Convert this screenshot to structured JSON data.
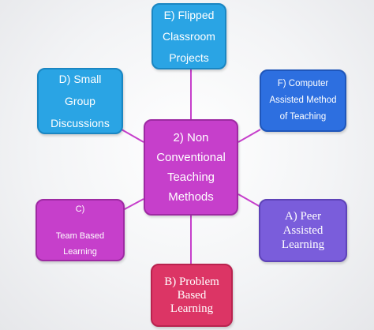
{
  "diagram": {
    "center": {
      "lines": "2) Non\nConventional\nTeaching\nMethods"
    },
    "nodes": {
      "e": {
        "lines": "E) Flipped\nClassroom\nProjects"
      },
      "d": {
        "lines": "D) Small\nGroup\nDiscussions"
      },
      "f": {
        "lines": "F) Computer\nAssisted Method\nof Teaching"
      },
      "c": {
        "letter": "C)",
        "lines": "Team Based\nLearning"
      },
      "a": {
        "lines": "A) Peer\nAssisted\nLearning"
      },
      "b": {
        "lines": "B) Problem\nBased\nLearning"
      }
    },
    "colors": {
      "center": "#c63fcb",
      "e": "#2aa4e4",
      "d": "#2aa4e4",
      "f": "#2d6fe0",
      "c": "#c63fcb",
      "a": "#7a5ddb",
      "b": "#dc3565",
      "connector": "#c63fcb"
    }
  }
}
